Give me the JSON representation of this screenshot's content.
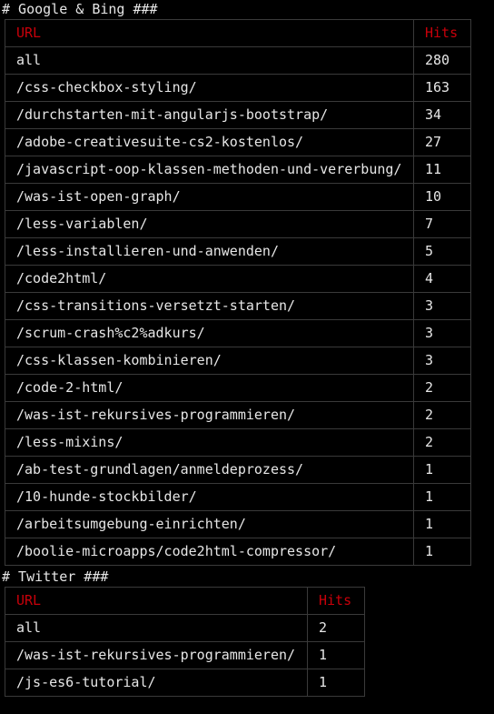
{
  "colors": {
    "background": "#000000",
    "text": "#e6e6e6",
    "header_text": "#c8000a",
    "border": "#3a3a3a"
  },
  "sections": [
    {
      "heading": "# Google & Bing ###",
      "columns": [
        "URL",
        "Hits"
      ],
      "rows": [
        {
          "url": "all",
          "hits": "280"
        },
        {
          "url": "/css-checkbox-styling/",
          "hits": "163"
        },
        {
          "url": "/durchstarten-mit-angularjs-bootstrap/",
          "hits": "34"
        },
        {
          "url": "/adobe-creativesuite-cs2-kostenlos/",
          "hits": "27"
        },
        {
          "url": "/javascript-oop-klassen-methoden-und-vererbung/",
          "hits": "11"
        },
        {
          "url": "/was-ist-open-graph/",
          "hits": "10"
        },
        {
          "url": "/less-variablen/",
          "hits": "7"
        },
        {
          "url": "/less-installieren-und-anwenden/",
          "hits": "5"
        },
        {
          "url": "/code2html/",
          "hits": "4"
        },
        {
          "url": "/css-transitions-versetzt-starten/",
          "hits": "3"
        },
        {
          "url": "/scrum-crash%c2%adkurs/",
          "hits": "3"
        },
        {
          "url": "/css-klassen-kombinieren/",
          "hits": "3"
        },
        {
          "url": "/code-2-html/",
          "hits": "2"
        },
        {
          "url": "/was-ist-rekursives-programmieren/",
          "hits": "2"
        },
        {
          "url": "/less-mixins/",
          "hits": "2"
        },
        {
          "url": "/ab-test-grundlagen/anmeldeprozess/",
          "hits": "1"
        },
        {
          "url": "/10-hunde-stockbilder/",
          "hits": "1"
        },
        {
          "url": "/arbeitsumgebung-einrichten/",
          "hits": "1"
        },
        {
          "url": "/boolie-microapps/code2html-compressor/",
          "hits": "1"
        }
      ]
    },
    {
      "heading": "# Twitter ###",
      "columns": [
        "URL",
        "Hits"
      ],
      "rows": [
        {
          "url": "all",
          "hits": "2"
        },
        {
          "url": "/was-ist-rekursives-programmieren/",
          "hits": "1"
        },
        {
          "url": "/js-es6-tutorial/",
          "hits": "1"
        }
      ]
    }
  ]
}
